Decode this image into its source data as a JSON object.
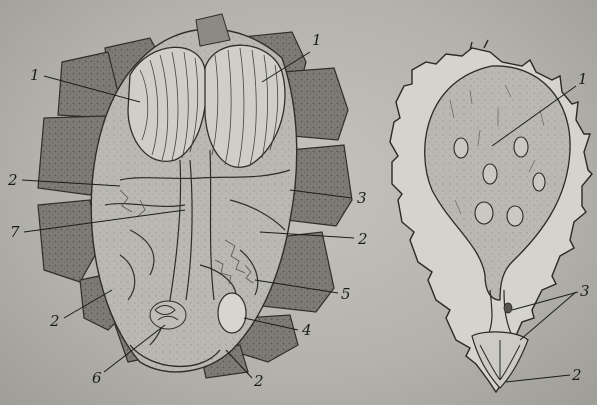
{
  "figure": {
    "left_panel": {
      "labels": [
        {
          "id": "L1a",
          "text": "1"
        },
        {
          "id": "L1b",
          "text": "1"
        },
        {
          "id": "L2a",
          "text": "2"
        },
        {
          "id": "L3",
          "text": "3"
        },
        {
          "id": "L7",
          "text": "7"
        },
        {
          "id": "L2b",
          "text": "2"
        },
        {
          "id": "L5",
          "text": "5"
        },
        {
          "id": "L2c",
          "text": "2"
        },
        {
          "id": "L4",
          "text": "4"
        },
        {
          "id": "L6",
          "text": "6"
        },
        {
          "id": "L2d",
          "text": "2"
        }
      ]
    },
    "right_panel": {
      "labels": [
        {
          "id": "R1",
          "text": "1"
        },
        {
          "id": "R3",
          "text": "3"
        },
        {
          "id": "R2",
          "text": "2"
        }
      ]
    }
  }
}
